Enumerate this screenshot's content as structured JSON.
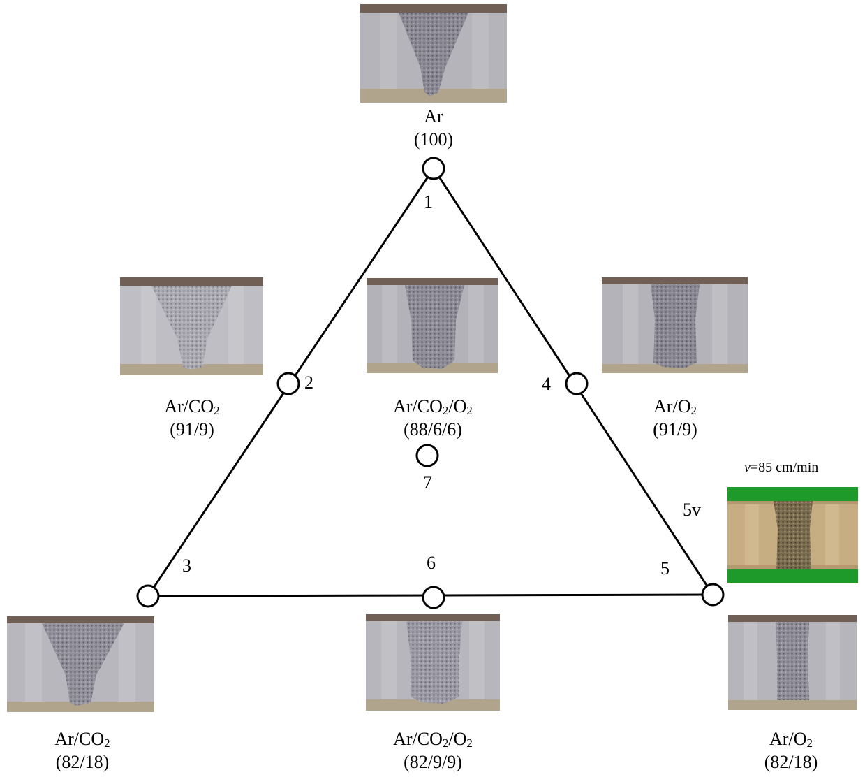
{
  "nodes": [
    {
      "id": "1",
      "number": "1",
      "gas_name": "Ar",
      "ratio": "(100)"
    },
    {
      "id": "2",
      "number": "2",
      "gas_name": "Ar/CO2",
      "ratio": "(91/9)"
    },
    {
      "id": "3",
      "number": "3",
      "gas_name": "Ar/CO2",
      "ratio": "(82/18)"
    },
    {
      "id": "4",
      "number": "4",
      "gas_name": "Ar/O2",
      "ratio": "(91/9)"
    },
    {
      "id": "5",
      "number": "5",
      "gas_name": "Ar/O2",
      "ratio": "(82/18)"
    },
    {
      "id": "6",
      "number": "6",
      "gas_name": "Ar/CO2/O2",
      "ratio": "(82/9/9)"
    },
    {
      "id": "7",
      "number": "7",
      "gas_name": "Ar/CO2/O2",
      "ratio": "(88/6/6)"
    }
  ],
  "variant": {
    "number": "5v",
    "speed_symbol": "v",
    "speed_value": "=85 cm/min"
  },
  "colors": {
    "line": "#000000",
    "specimen_base": "#b4b3b9",
    "variant_background": "#1e9a2a",
    "variant_base": "#c6ad82"
  }
}
